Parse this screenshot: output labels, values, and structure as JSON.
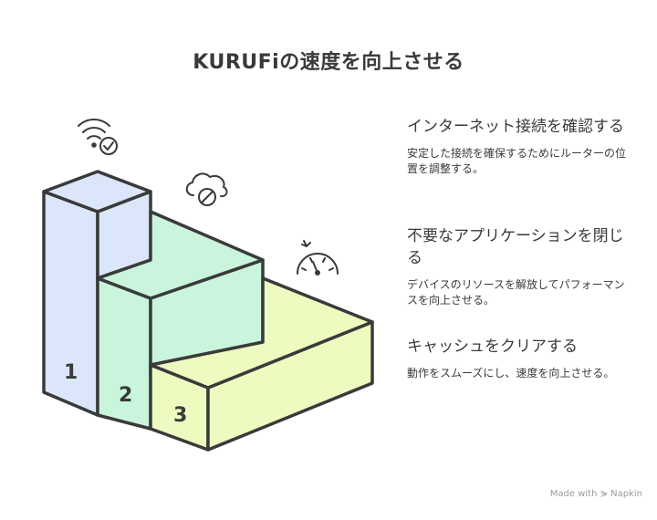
{
  "title": "KURUFiの速度を向上させる",
  "steps": [
    {
      "number": "1",
      "title": "インターネット接続を確認する",
      "description": "安定した接続を確保するためにルーターの位置を調整する。",
      "color": "#dce6fb"
    },
    {
      "number": "2",
      "title": "不要なアプリケーションを閉じる",
      "description": "デバイスのリソースを解放してパフォーマンスを向上させる。",
      "color": "#c9f5dd"
    },
    {
      "number": "3",
      "title": "キャッシュをクリアする",
      "description": "動作をスムーズにし、速度を向上させる。",
      "color": "#eefbc0"
    }
  ],
  "icons": [
    "wifi-check-icon",
    "cloud-blocked-icon",
    "speedometer-icon"
  ],
  "footer": "Made with ⋟ Napkin"
}
